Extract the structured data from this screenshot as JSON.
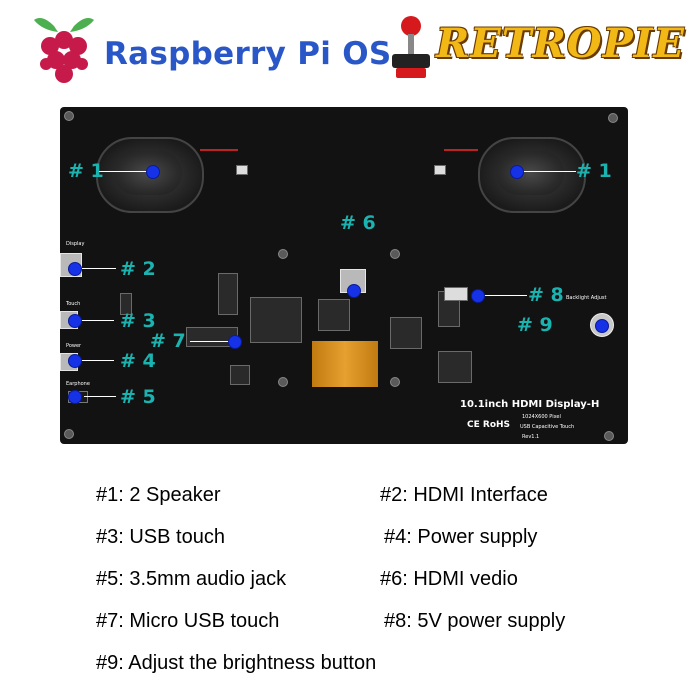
{
  "logos": {
    "raspberry_text": "Raspberry Pi OS",
    "retropie_text": "RETROPIE"
  },
  "board": {
    "title": "10.1inch HDMI Display-H",
    "resolution": "1024X600 Pixel",
    "touch": "USB Capacitive Touch",
    "revision": "Rev1.1",
    "cert": "CE RoHS",
    "port_display": "Display",
    "port_touch": "Touch",
    "port_power": "Power",
    "port_earphone": "Earphone",
    "backlight": "Backlight Adjust"
  },
  "markers": {
    "m1a": "# 1",
    "m1b": "# 1",
    "m2": "# 2",
    "m3": "# 3",
    "m4": "# 4",
    "m5": "# 5",
    "m6": "# 6",
    "m7": "# 7",
    "m8": "# 8",
    "m9": "# 9"
  },
  "legend": {
    "l1": "#1: 2 Speaker",
    "l2": "#2: HDMI Interface",
    "l3": "#3: USB touch",
    "l4": "#4: Power supply",
    "l5": "#5: 3.5mm audio jack",
    "l6": "#6: HDMI vedio",
    "l7": "#7: Micro USB touch",
    "l8": "#8: 5V power supply",
    "l9": "#9: Adjust the brightness button"
  },
  "colors": {
    "marker": "#1bb3b0",
    "dot": "#1632e6",
    "raspberry_brand": "#2a57c8",
    "retropie_brand": "#f2b816"
  }
}
